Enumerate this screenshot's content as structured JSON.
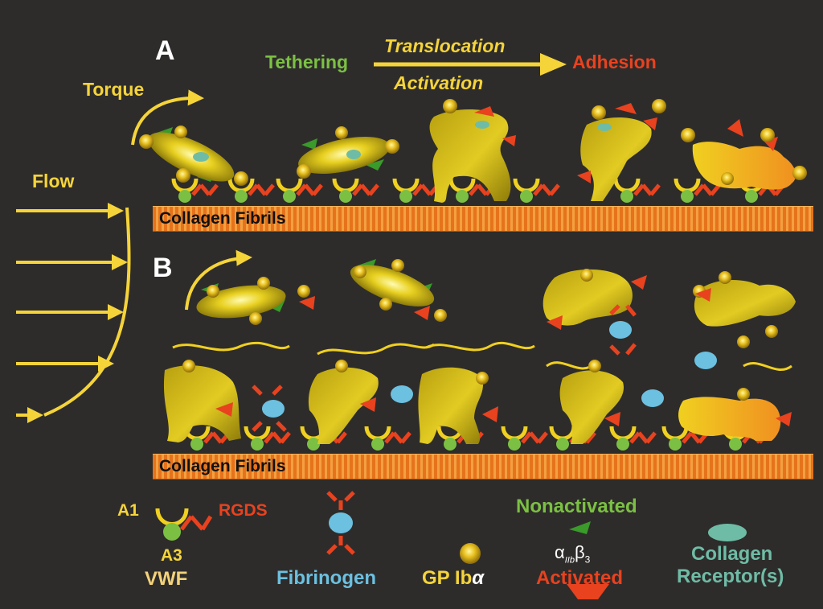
{
  "panels": {
    "a": "A",
    "b": "B"
  },
  "header": {
    "tethering": "Tethering",
    "translocation": "Translocation",
    "activation": "Activation",
    "adhesion": "Adhesion"
  },
  "torque": "Torque",
  "flow": "Flow",
  "fibril_label": "Collagen Fibrils",
  "legend": {
    "a1": "A1",
    "rgds": "RGDS",
    "a3": "A3",
    "vwf": "VWF",
    "fibrinogen": "Fibrinogen",
    "gp_ib_text": "GP Ib",
    "gp_ib_greek": "α",
    "nonactivated": "Nonactivated",
    "integrin_alpha": "α",
    "integrin_sub1": "IIb",
    "integrin_beta": "β",
    "integrin_sub2": "3",
    "activated": "Activated",
    "collagen_receptor_1": "Collagen",
    "collagen_receptor_2": "Receptor(s)"
  },
  "colors": {
    "background": "#2e2c2b",
    "platelet": "#d9c21a",
    "vwf": "#f0d020",
    "a3_domain": "#7bc043",
    "rgds": "#e8421f",
    "fibrinogen": "#6cc0e0",
    "fibril": "#e6731c",
    "collagen_receptor": "#6fbca6"
  }
}
